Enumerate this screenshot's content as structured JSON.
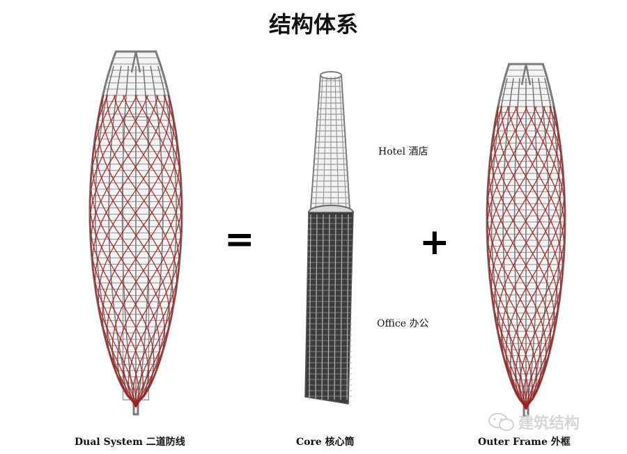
{
  "title": "结构体系",
  "operators": {
    "equals": "=",
    "plus": "+"
  },
  "panels": {
    "dual": {
      "caption": "Dual System 二道防线"
    },
    "core": {
      "caption": "Core 核心筒",
      "zone_upper": "Hotel 酒店",
      "zone_lower": "Office 办公"
    },
    "frame": {
      "caption": "Outer Frame 外框"
    }
  },
  "watermark": {
    "text": "建筑结构",
    "icon": "wechat-icon"
  },
  "colors": {
    "frame_gray": "#7a7a7a",
    "diagrid_red": "#a0201c",
    "core_dark": "#3c3c3c"
  }
}
